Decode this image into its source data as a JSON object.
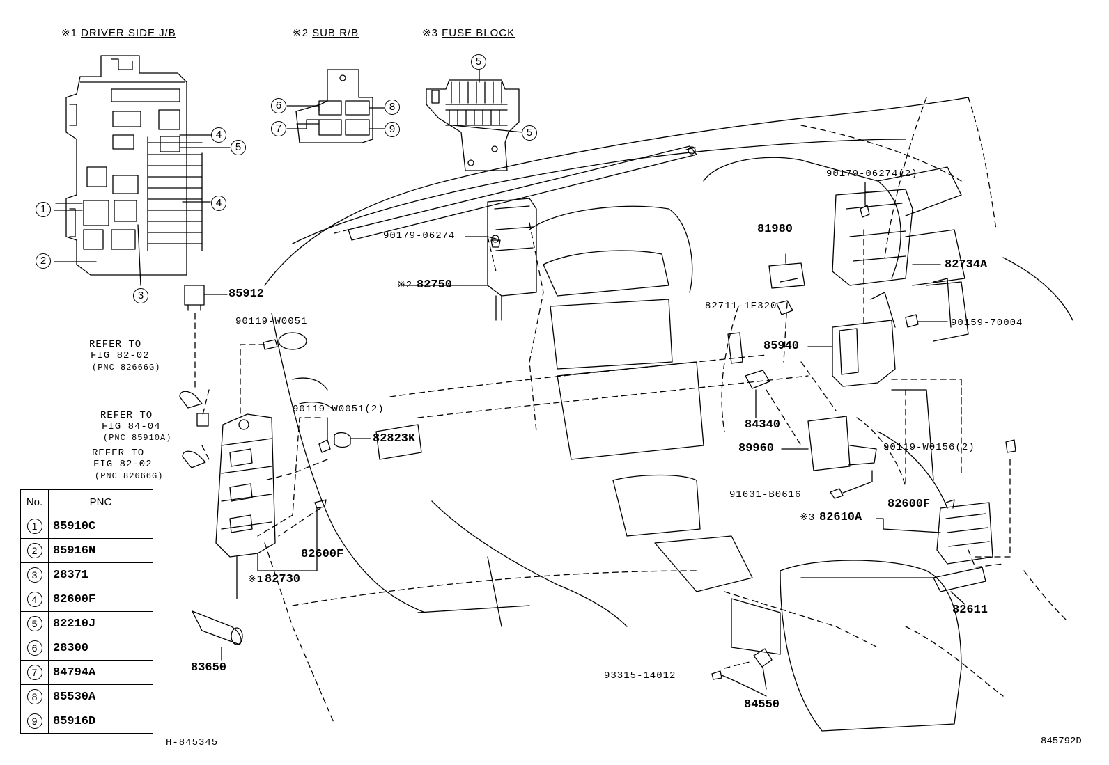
{
  "headers": {
    "driver_jb": {
      "mark": "※1",
      "text": "DRIVER SIDE J/B"
    },
    "sub_rb": {
      "mark": "※2",
      "text": "SUB R/B"
    },
    "fuse_block": {
      "mark": "※3",
      "text": "FUSE BLOCK"
    }
  },
  "callouts": {
    "c1": "1",
    "c2": "2",
    "c3": "3",
    "c4a": "4",
    "c4b": "4",
    "c5a": "5",
    "c6": "6",
    "c7": "7",
    "c8": "8",
    "c9": "9",
    "c5b": "5",
    "c5c": "5"
  },
  "part_labels": {
    "p85912": "85912",
    "p90119_w0051": "90119-W0051",
    "p90179_06274_a": "90179-06274",
    "p82750_mark": "※2",
    "p82750": "82750",
    "p90119_w0051_2": "90119-W0051(2)",
    "p82823k": "82823K",
    "p82600f_a": "82600F",
    "p82730_mark": "※1",
    "p82730": "82730",
    "p83650": "83650",
    "p90179_06274_b": "90179-06274(2)",
    "p81980": "81980",
    "p82734a": "82734A",
    "p82711": "82711-1E320",
    "p90159": "90159-70004",
    "p85940": "85940",
    "p84340": "84340",
    "p89960": "89960",
    "p90119_w0156": "90119-W0156(2)",
    "p91631": "91631-B0616",
    "p82600f_b": "82600F",
    "p82610a_mark": "※3",
    "p82610a": "82610A",
    "p82611": "82611",
    "p93315": "93315-14012",
    "p84550": "84550"
  },
  "refer_notes": [
    {
      "line1": "REFER TO",
      "line2": "FIG 82-02",
      "line3": "(PNC 82666G)"
    },
    {
      "line1": "REFER TO",
      "line2": "FIG 84-04",
      "line3": "(PNC 85910A)"
    },
    {
      "line1": "REFER TO",
      "line2": "FIG 82-02",
      "line3": "(PNC 82666G)"
    }
  ],
  "pnc_table": {
    "header_no": "No.",
    "header_pnc": "PNC",
    "rows": [
      {
        "no": "1",
        "pnc": "85910C"
      },
      {
        "no": "2",
        "pnc": "85916N"
      },
      {
        "no": "3",
        "pnc": "28371"
      },
      {
        "no": "4",
        "pnc": "82600F"
      },
      {
        "no": "5",
        "pnc": "82210J"
      },
      {
        "no": "6",
        "pnc": "28300"
      },
      {
        "no": "7",
        "pnc": "84794A"
      },
      {
        "no": "8",
        "pnc": "85530A"
      },
      {
        "no": "9",
        "pnc": "85916D"
      }
    ]
  },
  "footer": {
    "left_code": "H-845345",
    "right_code": "845792D"
  }
}
